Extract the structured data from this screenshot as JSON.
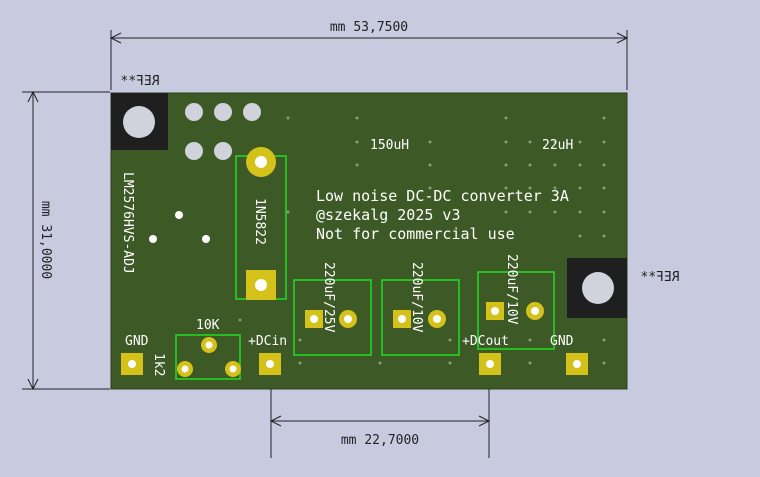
{
  "dimensions": {
    "width_label": "mm 53,7500",
    "height_label": "mm 31,0000",
    "pad_spacing_label": "mm 22,7000"
  },
  "references": {
    "ref_top_left": "REF**",
    "ref_right": "REF**"
  },
  "silkscreen": {
    "title_line1": "Low noise DC-DC converter 3A",
    "title_line2": "@szekalg 2025 v3",
    "title_line3": "Not for commercial use",
    "ic_label": "LM2576HVS-ADJ",
    "diode_label": "1N5822",
    "inductor1_label": "150uH",
    "inductor2_label": "22uH",
    "cap1_label": "220uF/25V",
    "cap2_label": "220uF/10V",
    "cap3_label": "220uF/10V",
    "trim_label": "10K",
    "resistor_label": "1k2",
    "gnd_left_label": "GND",
    "dcin_label": "+DCin",
    "dcout_label": "+DCout",
    "gnd_right_label": "GND"
  },
  "colors": {
    "background": "#c8cbe0",
    "board": "#3d5a26",
    "silkscreen": "#ffffff",
    "courtyard": "#22dd22",
    "copper_pad": "#d4c21a",
    "hole": "#d0d3dc"
  }
}
